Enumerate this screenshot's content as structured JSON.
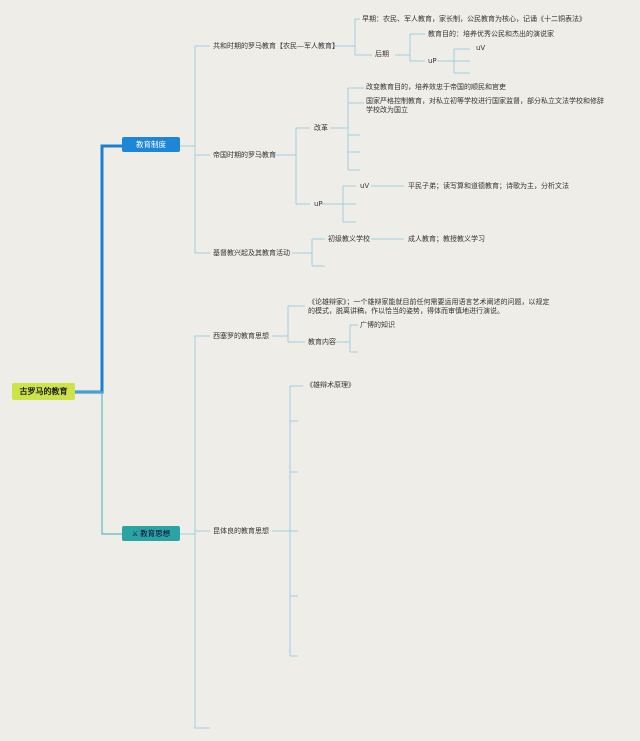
{
  "root": "古罗马的教育",
  "branches": {
    "system": "教育制度",
    "thought": "教育思想"
  },
  "system": {
    "republic": {
      "label": "共和时期的罗马教育【农民—军人教育】",
      "early": "早期：农民、军人教育，家长制，公民教育为核心，记诵《十二铜表法》",
      "late": "后期",
      "late_goal": "教育目的：培养优秀公民和杰出的演说家",
      "late_uv": "uV",
      "late_up": "uP"
    },
    "empire": {
      "label": "帝国时期的罗马教育",
      "reform": "改革",
      "reform_1": "改变教育目的，培养效忠于帝国的顺民和官吏",
      "reform_2": "国家严格控制教育，对私立初等学校进行国家监督，部分私立文法学校和修辞学校改为国立",
      "up": "uP",
      "uv": "uV",
      "uv_detail": "平民子弟；读写算和道德教育；诗歌为主，分析文法"
    },
    "christian": {
      "label": "基督教兴起及其教育活动",
      "primary": "初级教义学校",
      "primary_detail": "成人教育；教授教义学习"
    }
  },
  "thought": {
    "cicero": {
      "label": "西塞罗的教育思想",
      "book": "《论雄辩家》；一个雄辩家能就目前任何需要运用语言艺术阐述的问题，以规定的模式，脱离讲稿，作以恰当的姿势，得体而审慎地进行演说。",
      "content": "教育内容",
      "content_1": "广博的知识"
    },
    "quintilian": {
      "label": "昆体良的教育思想",
      "book": "《雄辩术原理》"
    }
  },
  "colors": {
    "background": "#efede7",
    "root": "#cce44a",
    "system_tag": "#1e86d6",
    "thought_tag": "#2aa3a3",
    "main_branch": "#1a7fd4",
    "thought_branch": "#5bbcc0",
    "leaf_line": "#9fcfe0"
  }
}
